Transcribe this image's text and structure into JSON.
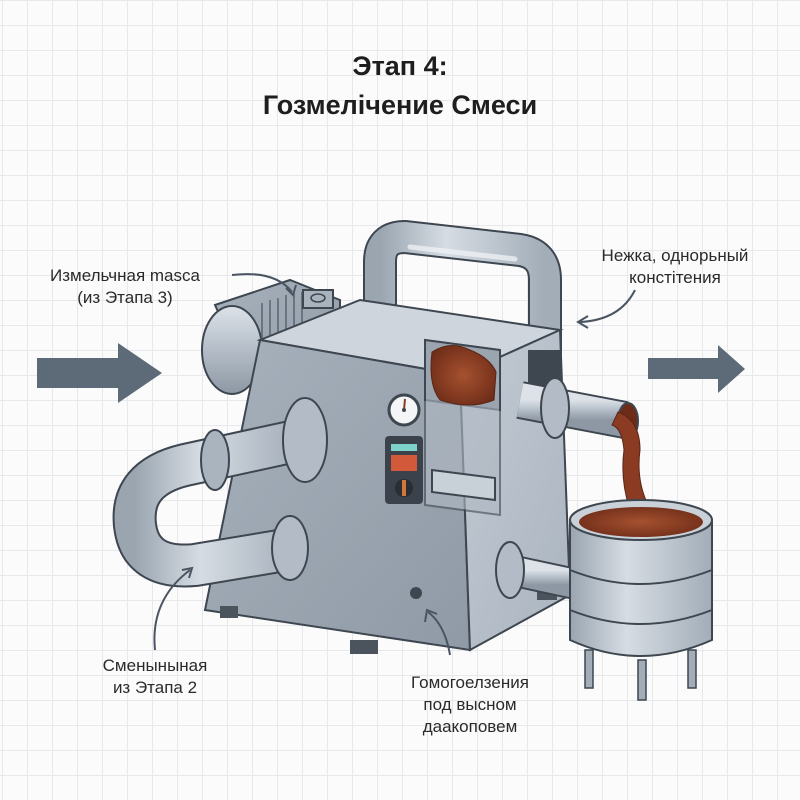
{
  "title": {
    "line1": "Этап 4:",
    "line2": "Гозмелічение Смеси"
  },
  "labels": {
    "input_mass": {
      "line1": "Измельчная masca",
      "line2": "(из Этапа 3)"
    },
    "consistency": {
      "line1": "Нежка, однорьный",
      "line2": "констітения"
    },
    "replaceable": {
      "line1": "Сменыныная",
      "line2": "из Этапа 2"
    },
    "homogenization": {
      "line1": "Гомогоелзения",
      "line2": "под высном",
      "line3": "даакоповем"
    }
  },
  "colors": {
    "arrow": "#5d6b79",
    "metal": "#b9c2cc",
    "metal_dark": "#8e99a5",
    "outline": "#3e4650",
    "product": "#8a3b22",
    "display": "#7fd2c9",
    "panel_red": "#d25a3a"
  },
  "icons": {
    "flow_in": "arrow-right",
    "flow_out": "arrow-right",
    "gauge": "pressure-gauge",
    "control_panel": "control-panel"
  }
}
